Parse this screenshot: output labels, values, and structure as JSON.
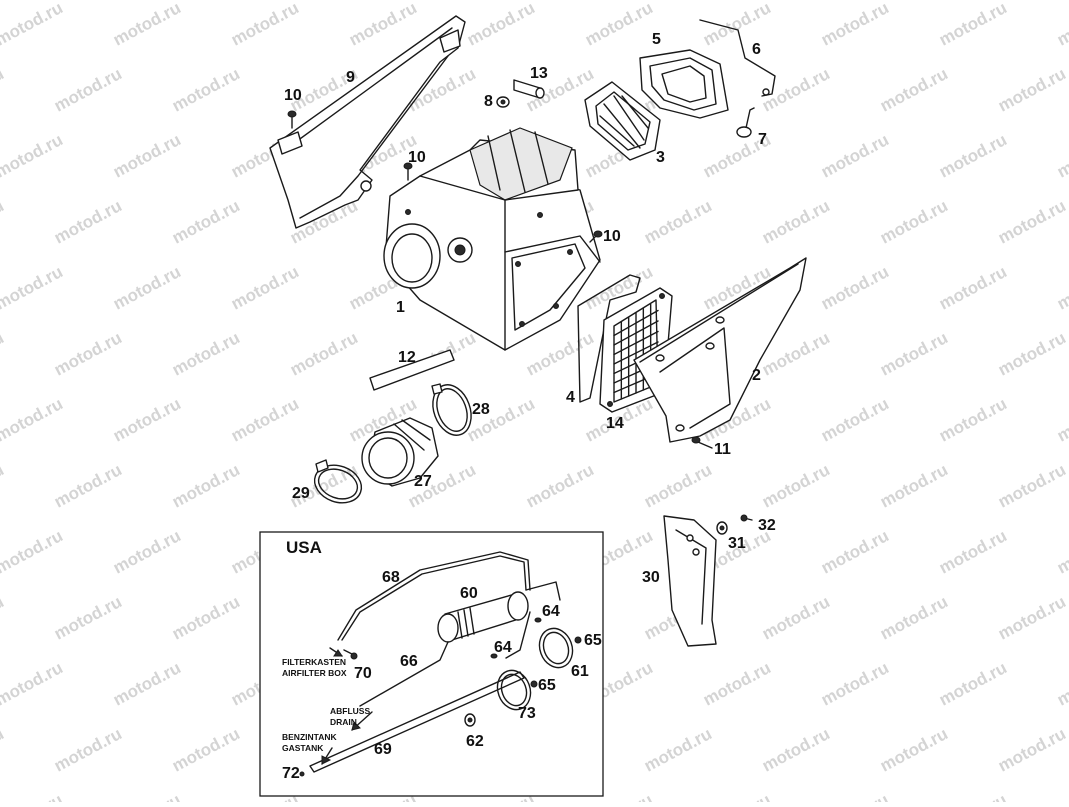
{
  "watermark": "motod.ru",
  "callouts": {
    "c1": "1",
    "c2": "2",
    "c3": "3",
    "c4": "4",
    "c5": "5",
    "c6": "6",
    "c7": "7",
    "c8": "8",
    "c9": "9",
    "c10a": "10",
    "c10b": "10",
    "c10c": "10",
    "c11": "11",
    "c12": "12",
    "c13": "13",
    "c14": "14",
    "c27": "27",
    "c28": "28",
    "c29": "29",
    "c30": "30",
    "c31": "31",
    "c32": "32"
  },
  "usa_box": {
    "title": "USA",
    "callouts": {
      "c60": "60",
      "c61": "61",
      "c62": "62",
      "c64a": "64",
      "c64b": "64",
      "c65a": "65",
      "c65b": "65",
      "c66": "66",
      "c68": "68",
      "c69": "69",
      "c70": "70",
      "c72": "72",
      "c73": "73"
    },
    "captions": {
      "filterkasten": "FILTERKASTEN",
      "airfilter_box": "AIRFILTER BOX",
      "abfluss": "ABFLUSS",
      "drain": "DRAIN",
      "benzintank": "BENZINTANK",
      "gastank": "GASTANK"
    }
  },
  "colors": {
    "line": "#1a1a1a",
    "watermark": "#d4d4d4",
    "background": "#ffffff"
  }
}
